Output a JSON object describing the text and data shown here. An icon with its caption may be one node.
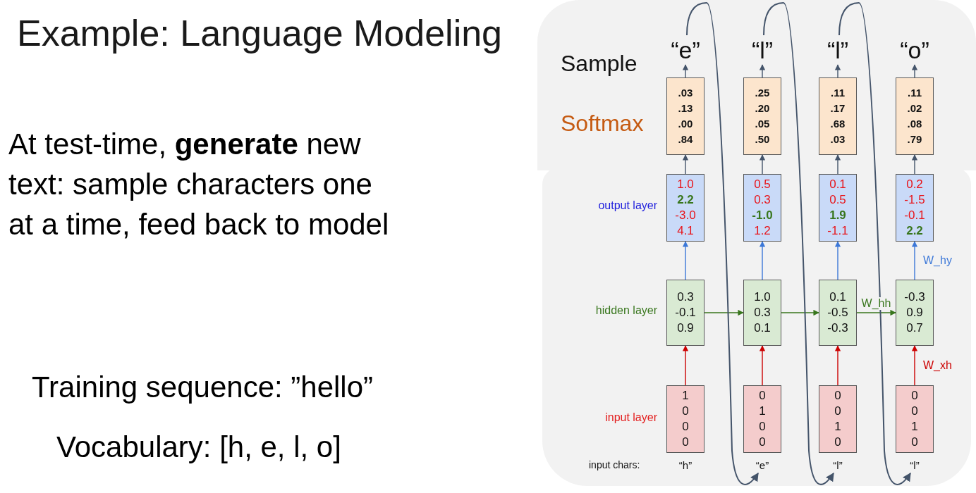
{
  "diagram": {
    "title": "Example: Language Modeling",
    "nodes": [
      {
        "text": [
          "“e”"
        ]
      },
      {
        "text": [
          "“l”"
        ]
      },
      {
        "text": [
          "“l”"
        ]
      },
      {
        "text": [
          "“o”"
        ]
      },
      {
        "text": [
          ".03 .13 .00 .84"
        ]
      },
      {
        "text": [
          ".25 .20 .05 .50"
        ]
      },
      {
        "text": [
          ".11 .17 .68 .03"
        ]
      },
      {
        "text": [
          ".11 .02 .08 .79"
        ]
      },
      {
        "text": [
          "1.0 **2.2** -3.0 4.1"
        ]
      },
      {
        "text": [
          "0.5 0.3 **-1.0** 1.2"
        ]
      },
      {
        "text": [
          "0.1 0.5 **1.9** -1.1"
        ]
      },
      {
        "text": [
          "0.2 -1.5 -0.1 **2.2**"
        ]
      },
      {
        "text": [
          "0.3 -0.1 0.9"
        ]
      },
      {
        "text": [
          "1.0 0.3 0.1"
        ]
      },
      {
        "text": [
          "0.1 -0.5 -0.3"
        ]
      },
      {
        "text": [
          "-0.3 0.9 0.7"
        ]
      },
      {
        "text": [
          "1 0 0 0"
        ]
      },
      {
        "text": [
          "0 1 0 0"
        ]
      },
      {
        "text": [
          "0 0 1 0"
        ]
      },
      {
        "text": [
          "0 0 1 0"
        ]
      },
      {
        "text": [
          "“h”"
        ]
      },
      {
        "text": [
          "“e”"
        ]
      },
      {
        "text": [
          "“l”"
        ]
      },
      {
        "text": [
          "“l”"
        ]
      }
    ],
    "edges": [
      {
        "from": 4,
        "to": 0,
        "arrow": "to"
      },
      {
        "from": 5,
        "to": 1,
        "arrow": "to"
      },
      {
        "from": 6,
        "to": 2,
        "arrow": "to"
      },
      {
        "from": 7,
        "to": 3,
        "arrow": "to"
      },
      {
        "from": 8,
        "to": 4,
        "arrow": "to"
      },
      {
        "from": 9,
        "to": 5,
        "arrow": "to"
      },
      {
        "from": 10,
        "to": 6,
        "arrow": "to"
      },
      {
        "from": 11,
        "to": 7,
        "arrow": "to"
      },
      {
        "from": 12,
        "to": 8,
        "arrow": "to",
        "color": "#3c78d8"
      },
      {
        "from": 13,
        "to": 9,
        "arrow": "to",
        "color": "#3c78d8"
      },
      {
        "from": 14,
        "to": 10,
        "arrow": "to",
        "color": "#3c78d8"
      },
      {
        "from": 15,
        "to": 11,
        "arrow": "to",
        "color": "#3c78d8",
        "label": "W_hy"
      },
      {
        "from": 12,
        "to": 13,
        "arrow": "to",
        "color": "#38761d"
      },
      {
        "from": 13,
        "to": 14,
        "arrow": "to",
        "color": "#38761d"
      },
      {
        "from": 14,
        "to": 15,
        "arrow": "to",
        "color": "#38761d",
        "label": "W_hh"
      },
      {
        "from": 16,
        "to": 12,
        "arrow": "to",
        "color": "#cc0000"
      },
      {
        "from": 17,
        "to": 13,
        "arrow": "to",
        "color": "#cc0000"
      },
      {
        "from": 18,
        "to": 14,
        "arrow": "to",
        "color": "#cc0000"
      },
      {
        "from": 19,
        "to": 15,
        "arrow": "to",
        "color": "#cc0000",
        "label": "W_xh"
      },
      {
        "from": 0,
        "to": 21,
        "arrow": "to"
      },
      {
        "from": 1,
        "to": 22,
        "arrow": "to"
      },
      {
        "from": 2,
        "to": 23,
        "arrow": "to"
      }
    ],
    "labels": [
      "At test-time, **generate** new text: sample characters one at a time, feed back to model",
      "Training sequence: ”hello”",
      "Vocabulary: [h, e, l, o]",
      "Sample",
      "Softmax",
      "output layer",
      "hidden layer",
      "input layer",
      "input chars:"
    ]
  }
}
